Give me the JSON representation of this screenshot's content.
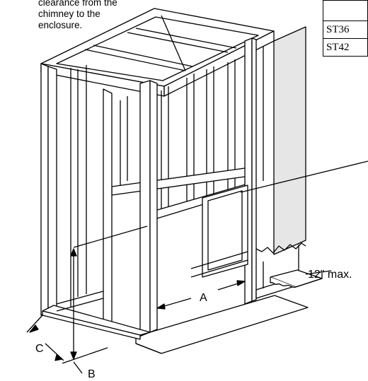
{
  "note": {
    "lines": [
      "clearance from the",
      "chimney to the",
      "enclosure."
    ]
  },
  "table": {
    "header": "",
    "rows": [
      "ST36",
      "ST42"
    ]
  },
  "labels": {
    "max": "12\" max.",
    "A": "A",
    "B": "B",
    "C": "C"
  },
  "colors": {
    "line": "#000000",
    "panel": "#e6e6e6"
  }
}
